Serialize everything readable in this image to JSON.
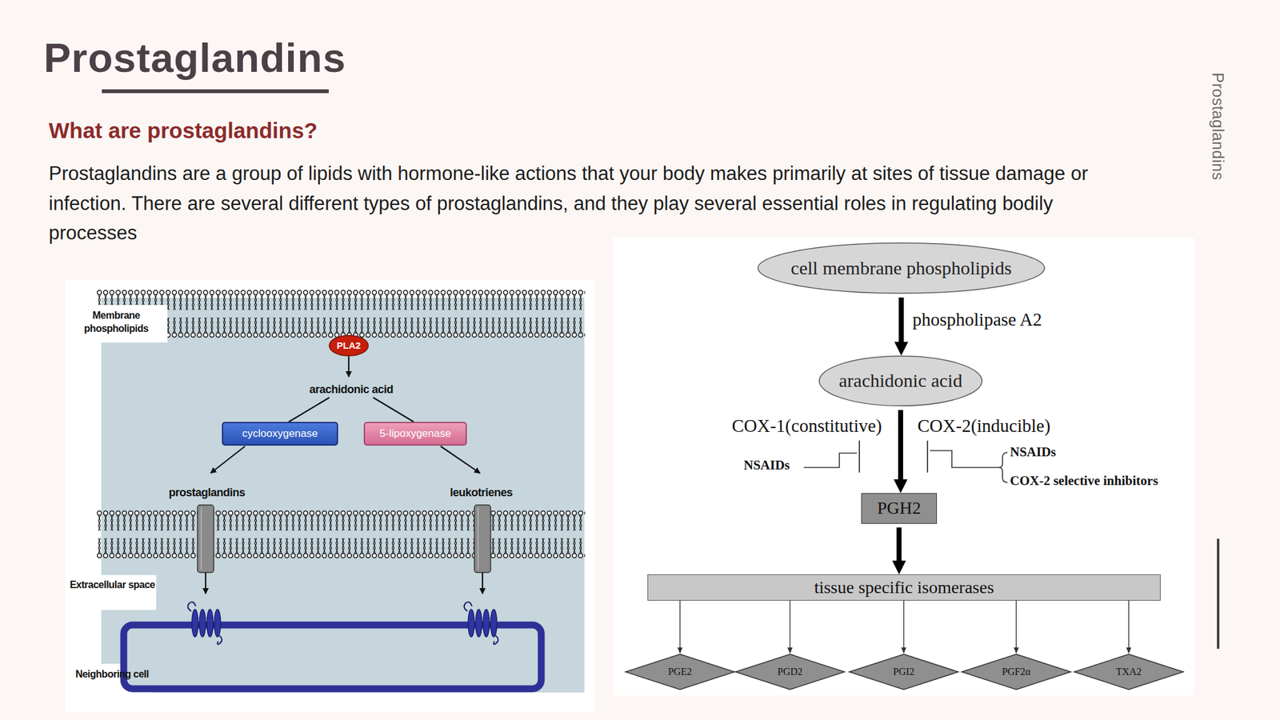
{
  "diagram": {
    "title": "Prostaglandins",
    "nodes": [
      {
        "text": [
          "PLA2"
        ]
      },
      {
        "text": [
          "cyclooxygenase"
        ]
      },
      {
        "text": [
          "5-lipoxygenase"
        ]
      },
      {
        "text": [
          "cell membrane phospholipids"
        ]
      },
      {
        "text": [
          "arachidonic acid"
        ]
      },
      {
        "text": [
          "PGH2"
        ]
      },
      {
        "text": [
          "tissue specific isomerases"
        ]
      },
      {
        "text": [
          "PGE2"
        ]
      },
      {
        "text": [
          "PGD2"
        ]
      },
      {
        "text": [
          "PGI2"
        ]
      },
      {
        "text": [
          "PGF2α"
        ]
      },
      {
        "text": [
          "TXA2"
        ]
      }
    ],
    "edges": [
      {
        "from": 3,
        "to": 4,
        "label": "phospholipase A2",
        "arrow": "to"
      },
      {
        "from": 4,
        "to": 5,
        "arrow": "to"
      },
      {
        "from": 5,
        "to": 6,
        "arrow": "to"
      },
      {
        "from": 6,
        "to": 7,
        "arrow": "to"
      },
      {
        "from": 6,
        "to": 8,
        "arrow": "to"
      },
      {
        "from": 6,
        "to": 9,
        "arrow": "to"
      },
      {
        "from": 6,
        "to": 10,
        "arrow": "to"
      },
      {
        "from": 6,
        "to": 11,
        "arrow": "to"
      }
    ],
    "labels": [
      "What are prostaglandins?",
      "Prostaglandins are a group of lipids with hormone-like actions that your body makes primarily at sites of tissue damage or infection. There are several different types of prostaglandins, and they play several essential roles in regulating bodily processes",
      "Prostaglandins",
      "Membrane phospholipids",
      "arachidonic acid",
      "prostaglandins",
      "leukotrienes",
      "Extracellular space",
      "Neighboring cell",
      "COX-1(constitutive)",
      "COX-2(inducible)",
      "NSAIDs",
      "NSAIDs",
      "COX-2 selective inhibitors"
    ]
  }
}
